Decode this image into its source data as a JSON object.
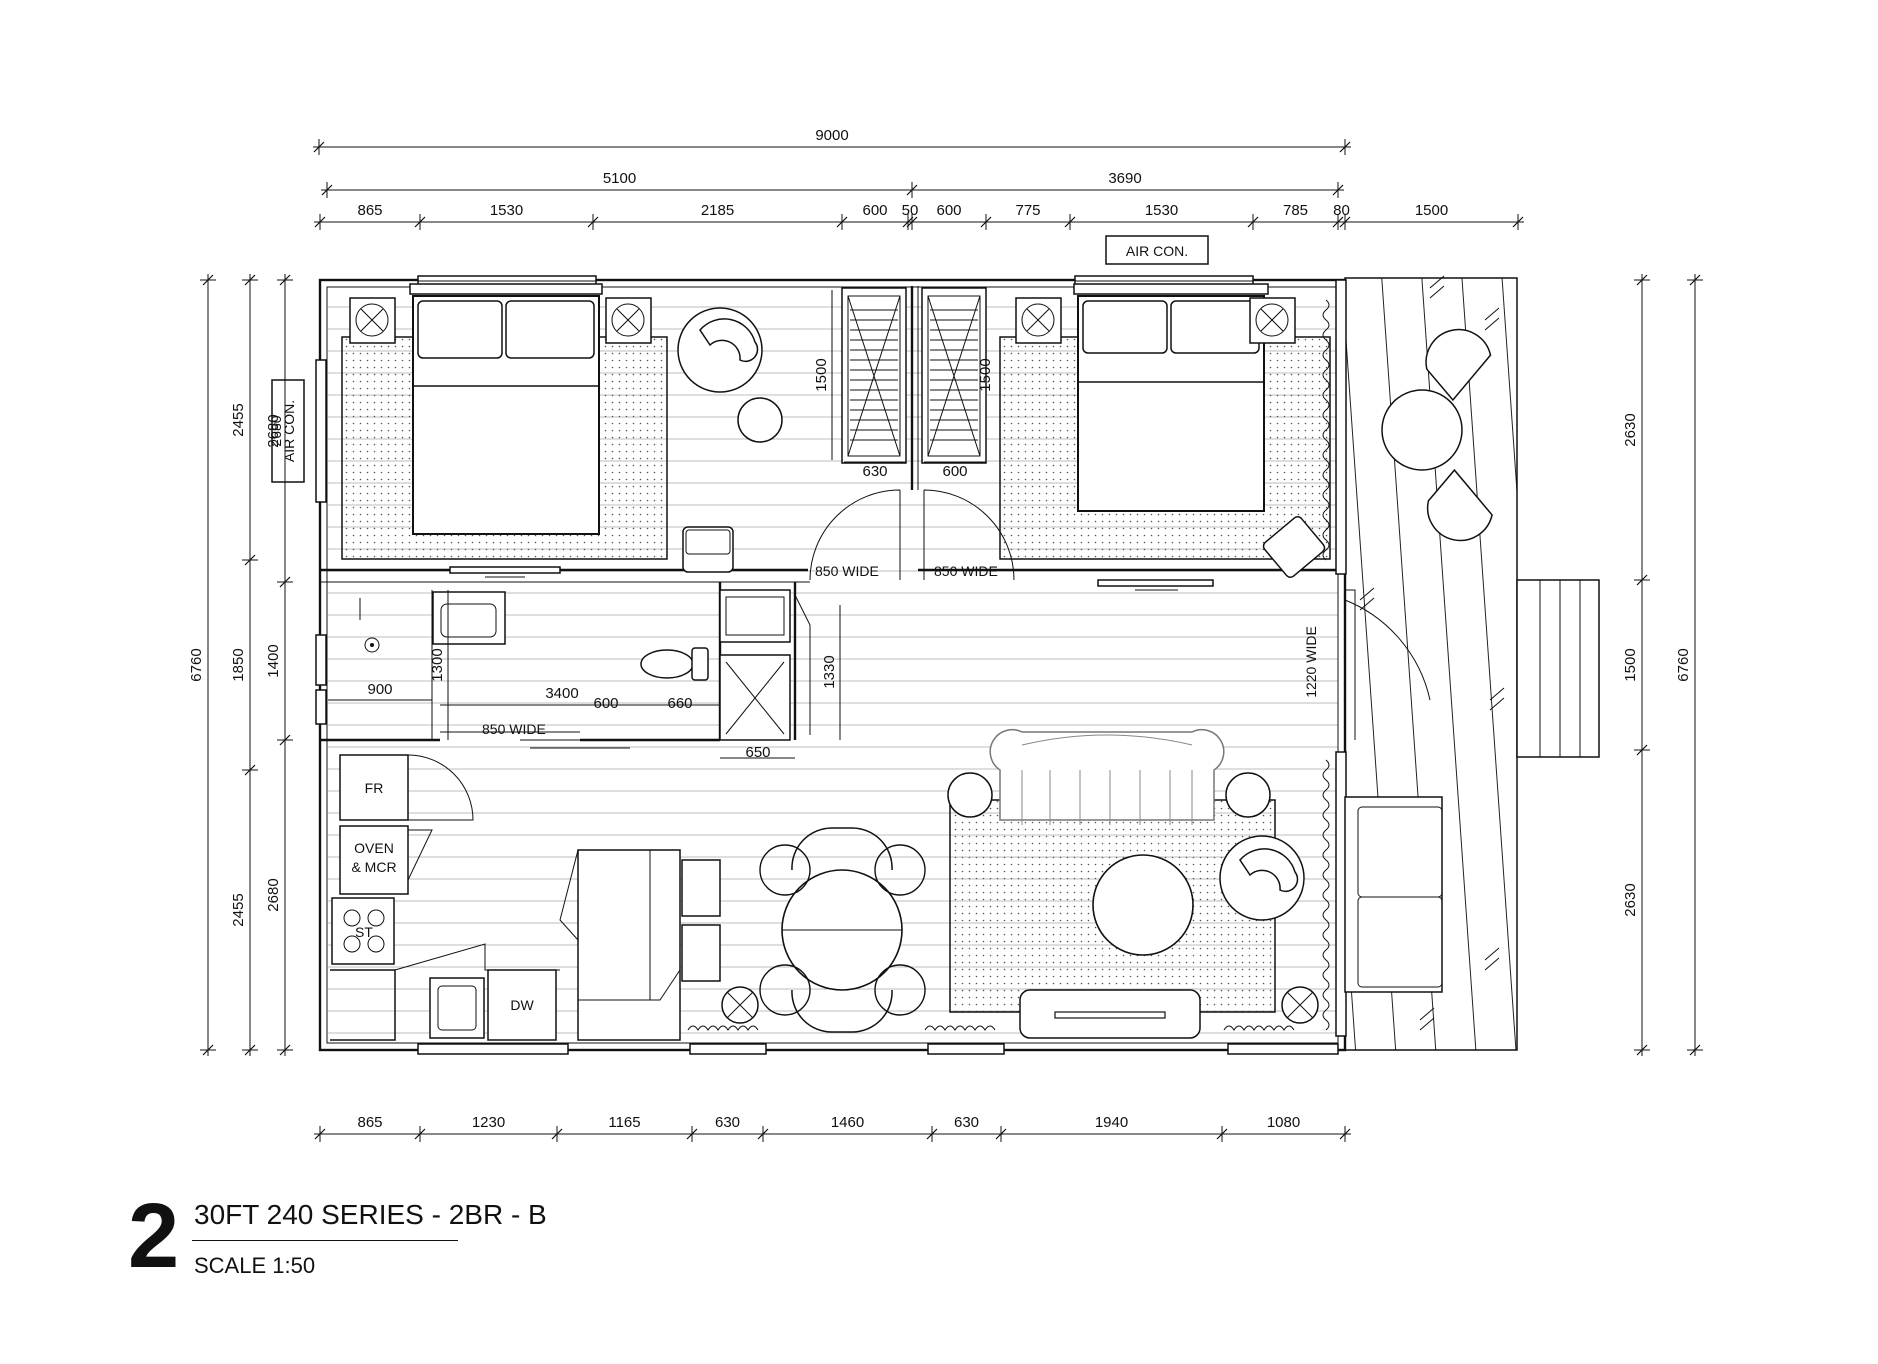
{
  "dimensions": {
    "overall_width": "9000",
    "upper_groups": [
      "5100",
      "3690"
    ],
    "top_segments": [
      "865",
      "1530",
      "2185",
      "600",
      "50",
      "600",
      "775",
      "1530",
      "785",
      "80",
      "1500"
    ],
    "bottom_segments": [
      "865",
      "1230",
      "1165",
      "630",
      "1460",
      "630",
      "1940",
      "1080"
    ],
    "left_overall": "6760",
    "left_zones": [
      "2455",
      "1850",
      "2455"
    ],
    "left_inner": [
      "2680",
      "1400",
      "2680"
    ],
    "right_zones": [
      "2630",
      "1500",
      "2630"
    ],
    "right_overall": "6760",
    "wardrobe_width_1": "630",
    "wardrobe_width_2": "600",
    "wardrobe_depth_1": "1500",
    "wardrobe_depth_2": "1500",
    "bath_width": "900",
    "bath_depth": "1300",
    "bath_run": "3400",
    "bath_seg_1": "600",
    "bath_seg_2": "660",
    "cupboard_depth": "1330",
    "cupboard_width": "650"
  },
  "labels": {
    "aircon_top": "AIR CON.",
    "aircon_left": "AIR CON.",
    "aircon_left_dim": "2680",
    "door_bed1": "850 WIDE",
    "door_bed2": "850 WIDE",
    "door_bath": "850 WIDE",
    "door_entry": "1220 WIDE",
    "fridge": "FR",
    "oven_1": "OVEN",
    "oven_2": "& MCR",
    "stove": "ST",
    "dishwasher": "DW"
  },
  "title": {
    "number": "2",
    "name": "30FT 240 SERIES - 2BR - B",
    "scale": "SCALE 1:50"
  },
  "colors": {
    "line": "#111111",
    "floor": "#9a9a9a",
    "background": "#ffffff"
  }
}
